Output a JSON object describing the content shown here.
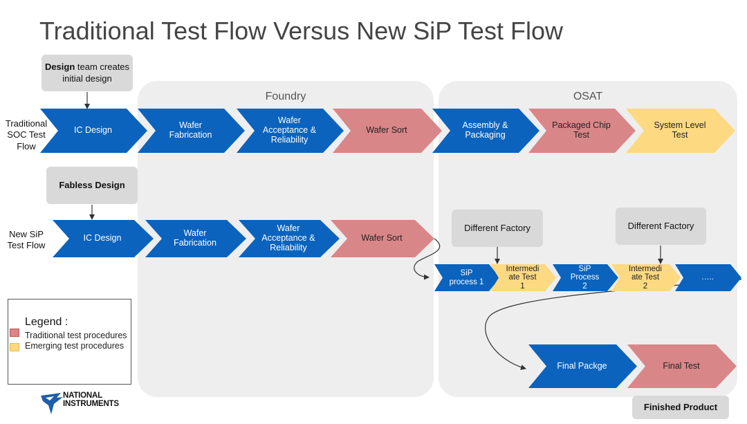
{
  "title": "Traditional Test Flow Versus New SiP Test Flow",
  "regions": {
    "foundry": "Foundry",
    "osat": "OSAT"
  },
  "notes": {
    "design_team_bold": "Design",
    "design_team_rest": " team creates initial design",
    "fabless": "Fabless Design",
    "different_factory_1": "Different Factory",
    "different_factory_2": "Different Factory",
    "finished_product": "Finished Product"
  },
  "rows": {
    "traditional_label": "Traditional\nSOC Test\nFlow",
    "new_label": "New SiP\nTest Flow"
  },
  "traditional_flow": [
    {
      "label": "IC Design",
      "kind": "design"
    },
    {
      "label": "Wafer\nFabrication",
      "kind": "design"
    },
    {
      "label": "Wafer\nAcceptance &\nReliability",
      "kind": "design"
    },
    {
      "label": "Wafer Sort",
      "kind": "traditional-test"
    },
    {
      "label": "Assembly &\nPackaging",
      "kind": "design"
    },
    {
      "label": "Packaged Chip\nTest",
      "kind": "traditional-test"
    },
    {
      "label": "System Level\nTest",
      "kind": "emerging-test"
    }
  ],
  "new_flow": [
    {
      "label": "IC Design",
      "kind": "design"
    },
    {
      "label": "Wafer\nFabrication",
      "kind": "design"
    },
    {
      "label": "Wafer\nAcceptance &\nReliability",
      "kind": "design"
    },
    {
      "label": "Wafer Sort",
      "kind": "traditional-test"
    }
  ],
  "sip_flow": [
    {
      "label": "SiP\nprocess 1",
      "kind": "design"
    },
    {
      "label": "Intermedi\nate Test\n1",
      "kind": "emerging-test"
    },
    {
      "label": "SiP\nProcess\n2",
      "kind": "design"
    },
    {
      "label": "Intermedi\nate Test\n2",
      "kind": "emerging-test"
    },
    {
      "label": "…..",
      "kind": "design"
    }
  ],
  "final_flow": [
    {
      "label": "Final Packge",
      "kind": "design"
    },
    {
      "label": "Final Test",
      "kind": "traditional-test"
    }
  ],
  "legend": {
    "title": "Legend :",
    "items": [
      {
        "label": "Traditional test procedures",
        "kind": "traditional-test"
      },
      {
        "label": "Emerging test procedures",
        "kind": "emerging-test"
      }
    ]
  },
  "logo": {
    "line1": "NATIONAL",
    "line2": "INSTRUMENTS"
  },
  "colors": {
    "design": "#0b63bd",
    "traditional-test": "#d98688",
    "emerging-test": "#fdd981",
    "design_text": "#ffffff",
    "test_text": "#222222",
    "traditional_border": "#b95558",
    "emerging_border": "#e8b949",
    "logo_blue": "#1f5fa9"
  }
}
